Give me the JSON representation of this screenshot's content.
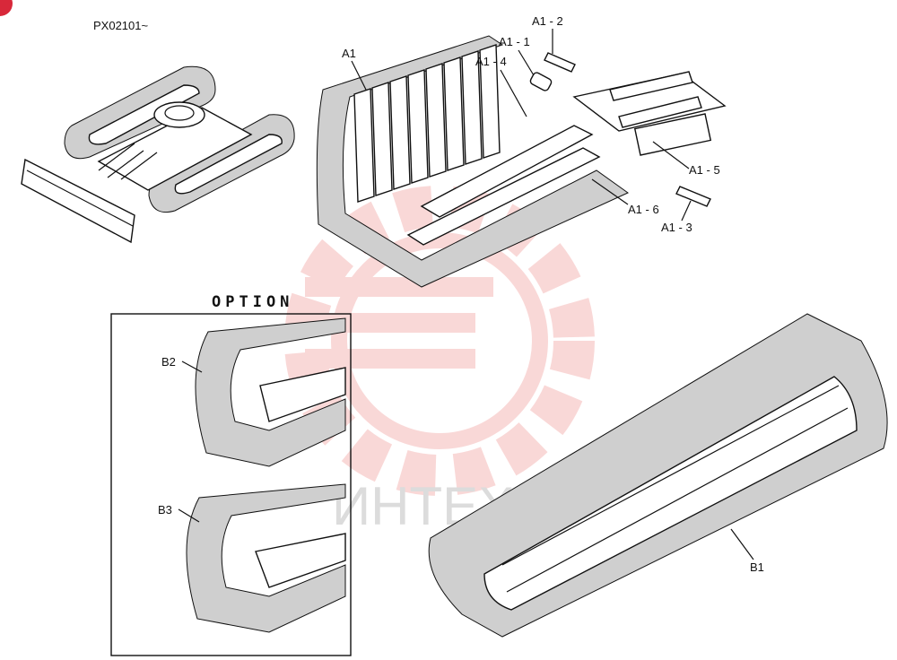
{
  "header": {
    "serial_text": "PX02101~"
  },
  "option_box": {
    "title": "OPTION"
  },
  "watermark": {
    "text": "ИНТЕХ",
    "color": "#e8534f"
  },
  "callouts": {
    "a1": "A1",
    "a1_1": "A1 - 1",
    "a1_2": "A1 - 2",
    "a1_3": "A1 - 3",
    "a1_4": "A1 - 4",
    "a1_5": "A1 - 5",
    "a1_6": "A1 - 6",
    "b1": "B1",
    "b2": "B2",
    "b3": "B3"
  }
}
